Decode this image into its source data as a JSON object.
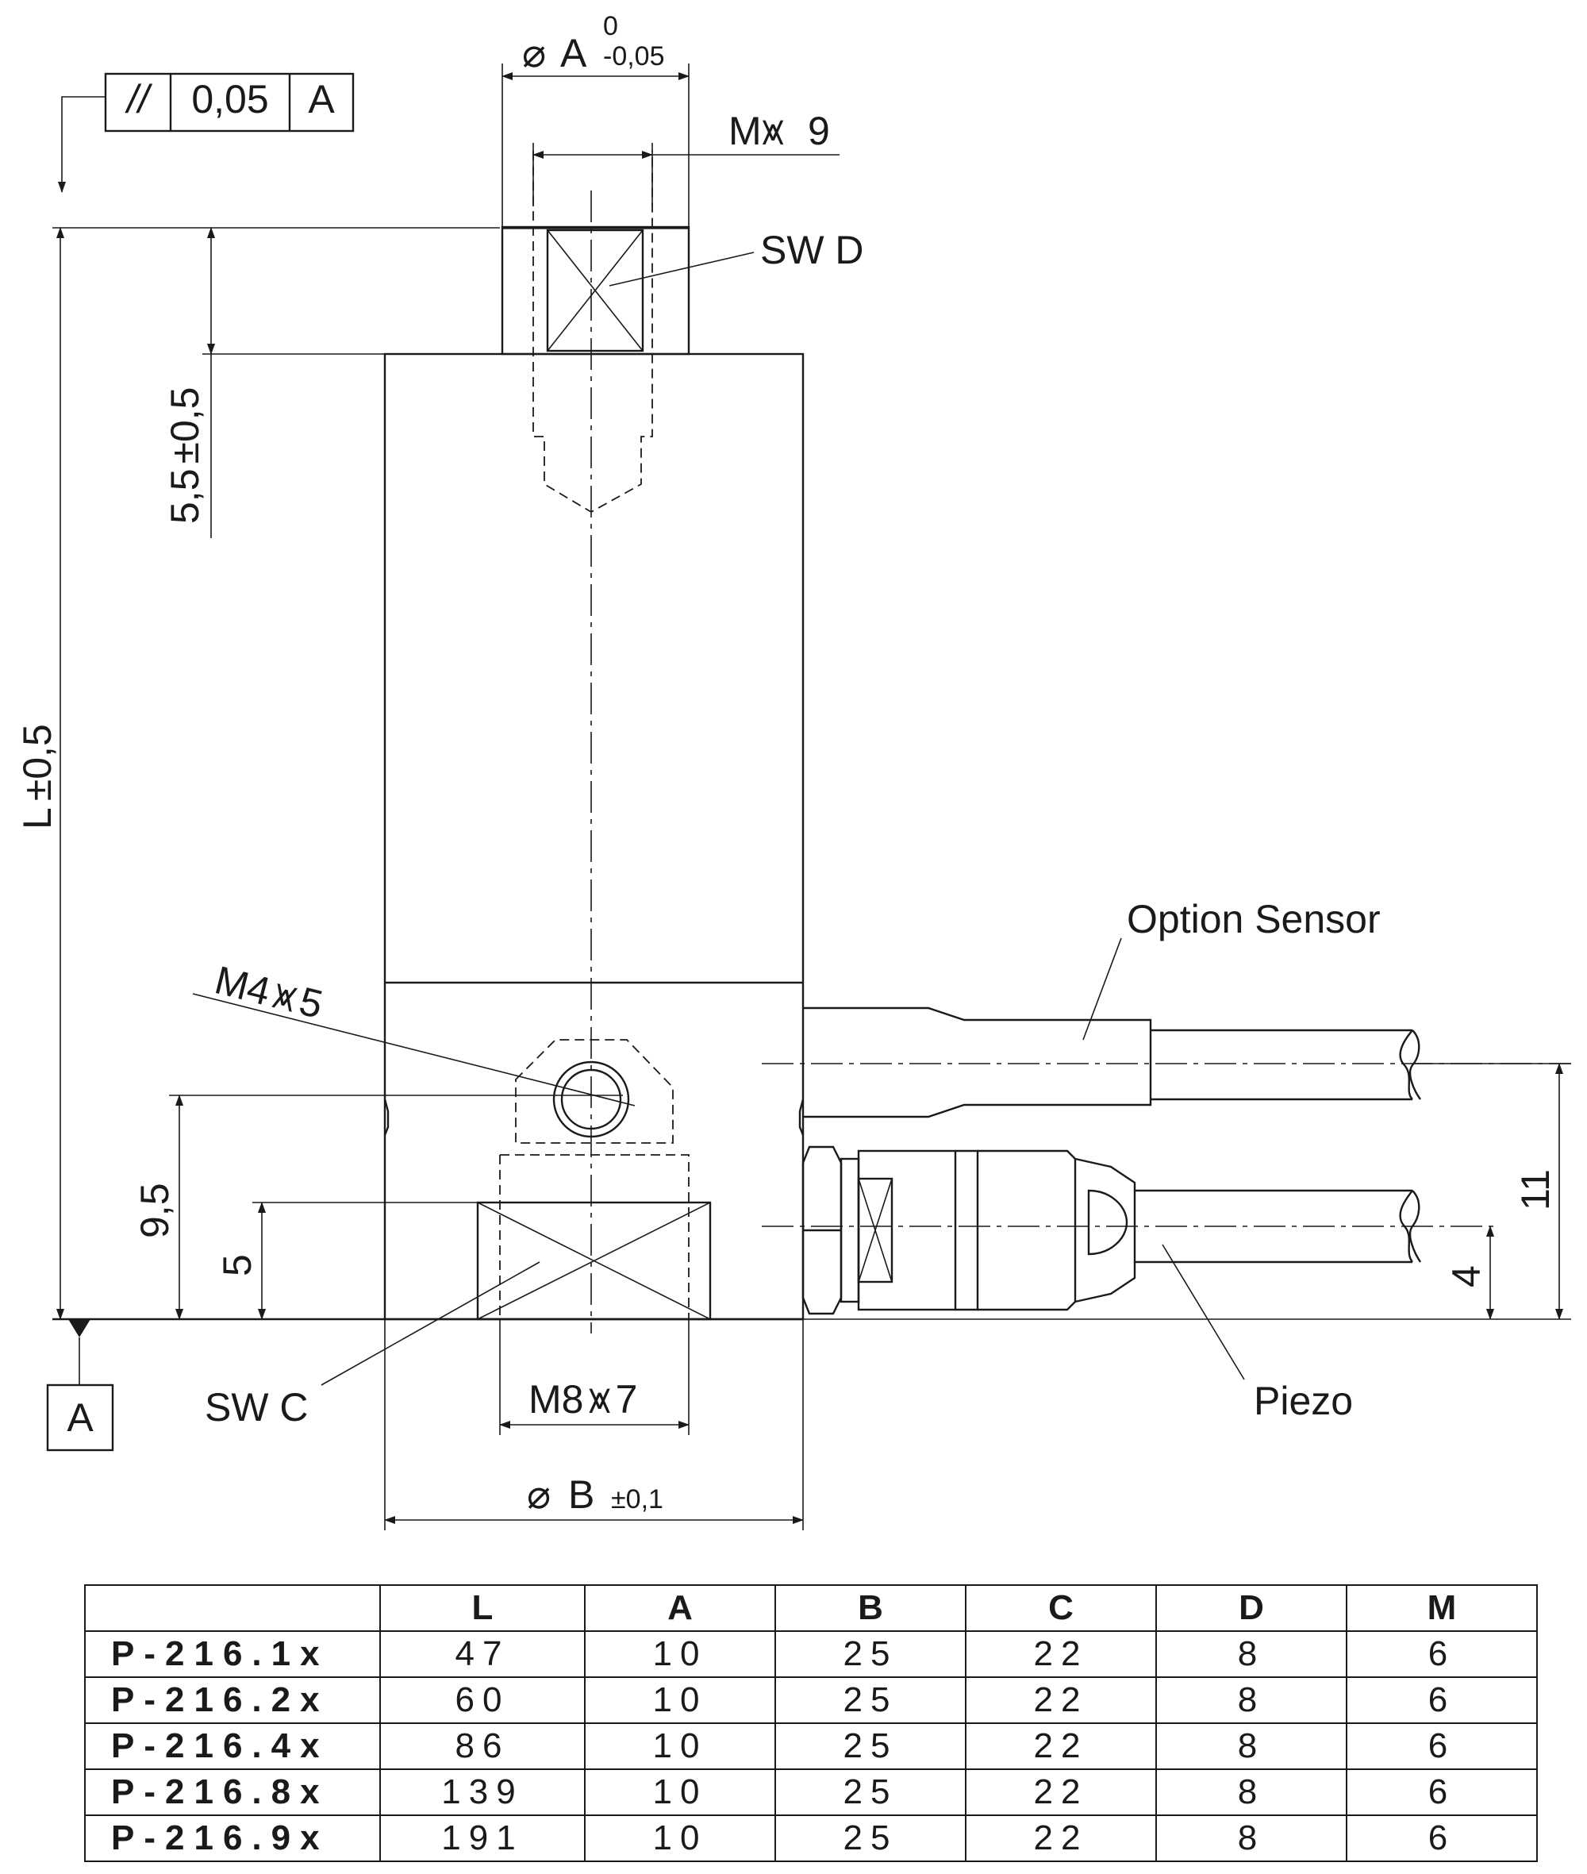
{
  "drawing": {
    "tolerance_frame": {
      "symbol": "//",
      "value": "0,05",
      "datum": "A"
    },
    "datum_label": "A",
    "dims": {
      "phi_a": "A",
      "phi_a_tol_upper": "0",
      "phi_a_tol_lower": "-0,05",
      "m_depth": "M",
      "m_depth_val": "9",
      "sw_d": "SW D",
      "top_offset": "5,5",
      "top_offset_tol": "±0,5",
      "length": "L",
      "length_tol": "±0,5",
      "m4": "M4",
      "m4_val": "5",
      "dim_9_5": "9,5",
      "dim_5": "5",
      "sw_c": "SW C",
      "m8": "M8",
      "m8_val": "7",
      "phi_b": "B",
      "phi_b_tol": "±0,1",
      "dim_11": "11",
      "dim_4": "4"
    },
    "labels": {
      "option_sensor": "Option Sensor",
      "piezo": "Piezo"
    }
  },
  "table": {
    "headers": [
      "",
      "L",
      "A",
      "B",
      "C",
      "D",
      "M"
    ],
    "rows": [
      [
        "P-216.1x",
        "47",
        "10",
        "25",
        "22",
        "8",
        "6"
      ],
      [
        "P-216.2x",
        "60",
        "10",
        "25",
        "22",
        "8",
        "6"
      ],
      [
        "P-216.4x",
        "86",
        "10",
        "25",
        "22",
        "8",
        "6"
      ],
      [
        "P-216.8x",
        "139",
        "10",
        "25",
        "22",
        "8",
        "6"
      ],
      [
        "P-216.9x",
        "191",
        "10",
        "25",
        "22",
        "8",
        "6"
      ]
    ]
  }
}
